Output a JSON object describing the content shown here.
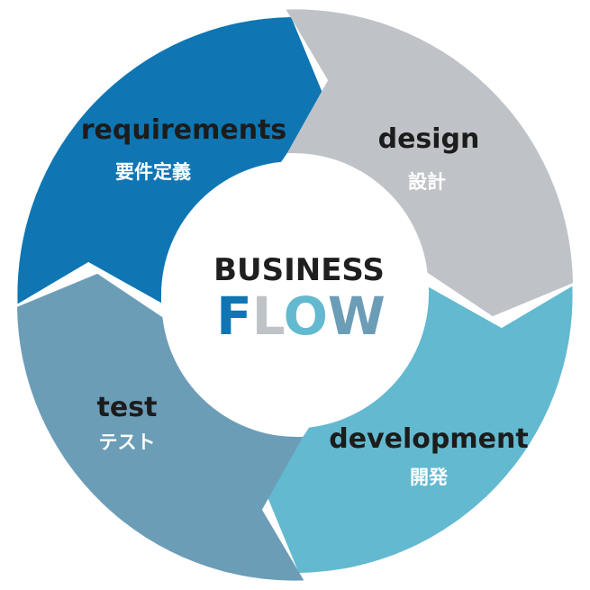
{
  "colors": {
    "requirements": "#0f76b3",
    "design": "#bfc3c7",
    "development": "#63b9cf",
    "test": "#6b9db7",
    "center": "#ffffff",
    "flow_f": "#0f76b3",
    "flow_l": "#bfc3c7",
    "flow_o": "#63b9cf",
    "flow_w": "#6b9db7"
  },
  "center": {
    "title": "BUSINESS",
    "flow": {
      "f": "F",
      "l": "L",
      "o": "O",
      "w": "W"
    }
  },
  "segments": [
    {
      "key": "requirements",
      "label": "requirements",
      "sublabel": "要件定義"
    },
    {
      "key": "design",
      "label": "design",
      "sublabel": "設計"
    },
    {
      "key": "development",
      "label": "development",
      "sublabel": "開発"
    },
    {
      "key": "test",
      "label": "test",
      "sublabel": "テスト"
    }
  ]
}
